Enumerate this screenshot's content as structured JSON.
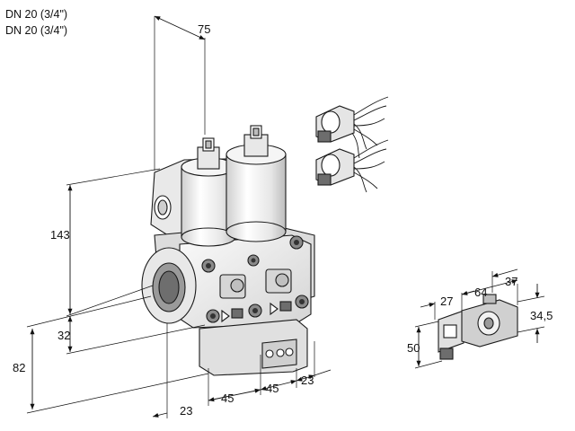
{
  "header": {
    "line1": "DN 20 (3/4\")",
    "line2": "DN 20 (3/4\")"
  },
  "dimensions": {
    "depth": "75",
    "height_body": "143",
    "port_center": "32",
    "total_height": "82",
    "offset_left": "23",
    "spacing_1": "45",
    "spacing_2": "45",
    "offset_right": "23"
  },
  "coil_detail": {
    "d27": "27",
    "d64": "64",
    "d37": "37",
    "d34_5": "34,5",
    "d50": "50"
  },
  "colors": {
    "body_light": "#f2f2f2",
    "body_mid": "#d9d9d9",
    "body_dark": "#a6a6a6",
    "outline": "#1a1a1a"
  }
}
